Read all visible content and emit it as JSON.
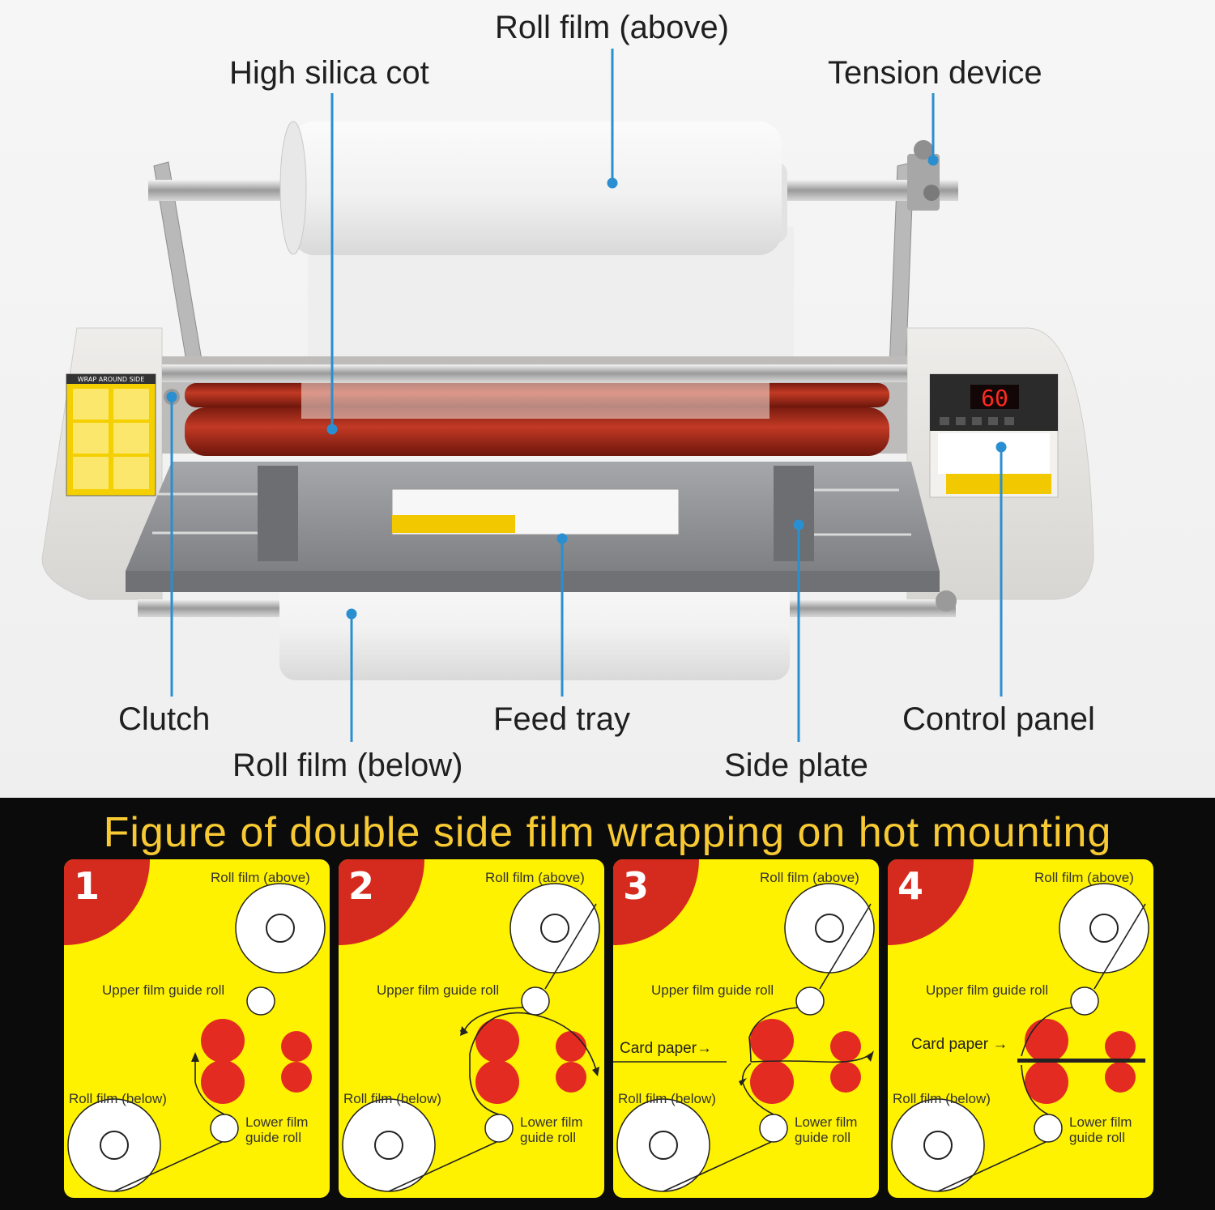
{
  "machine": {
    "labels": {
      "roll_film_above": "Roll film (above)",
      "high_silica_cot": "High silica cot",
      "tension_device": "Tension device",
      "clutch": "Clutch",
      "feed_tray": "Feed tray",
      "control_panel": "Control panel",
      "roll_film_below": "Roll film (below)",
      "side_plate": "Side plate"
    },
    "display_value": "60",
    "sticker_title": "WRAP AROUND SIDE",
    "colors": {
      "callout_line": "#2a8fd0",
      "roller": "#b8321f",
      "body": "#e4e2df",
      "tray": "#8a8c8f"
    }
  },
  "figure": {
    "title": "Figure of double side film wrapping on hot mounting",
    "colors": {
      "panel_bg": "#fff200",
      "badge": "#d52a1e",
      "roller": "#e32b22"
    },
    "panels": [
      {
        "number": "1",
        "roll_film_above": "Roll film (above)",
        "upper_guide": "Upper film guide roll",
        "roll_film_below": "Roll film (below)",
        "lower_guide": "Lower film guide roll",
        "card_paper": ""
      },
      {
        "number": "2",
        "roll_film_above": "Roll film (above)",
        "upper_guide": "Upper film guide roll",
        "roll_film_below": "Roll film (below)",
        "lower_guide": "Lower film guide roll",
        "card_paper": ""
      },
      {
        "number": "3",
        "roll_film_above": "Roll film (above)",
        "upper_guide": "Upper film guide roll",
        "roll_film_below": "Roll film (below)",
        "lower_guide": "Lower film guide roll",
        "card_paper": "Card paper→"
      },
      {
        "number": "4",
        "roll_film_above": "Roll film (above)",
        "upper_guide": "Upper film guide roll",
        "roll_film_below": "Roll film (below)",
        "lower_guide": "Lower film guide roll",
        "card_paper": "Card paper →"
      }
    ]
  }
}
